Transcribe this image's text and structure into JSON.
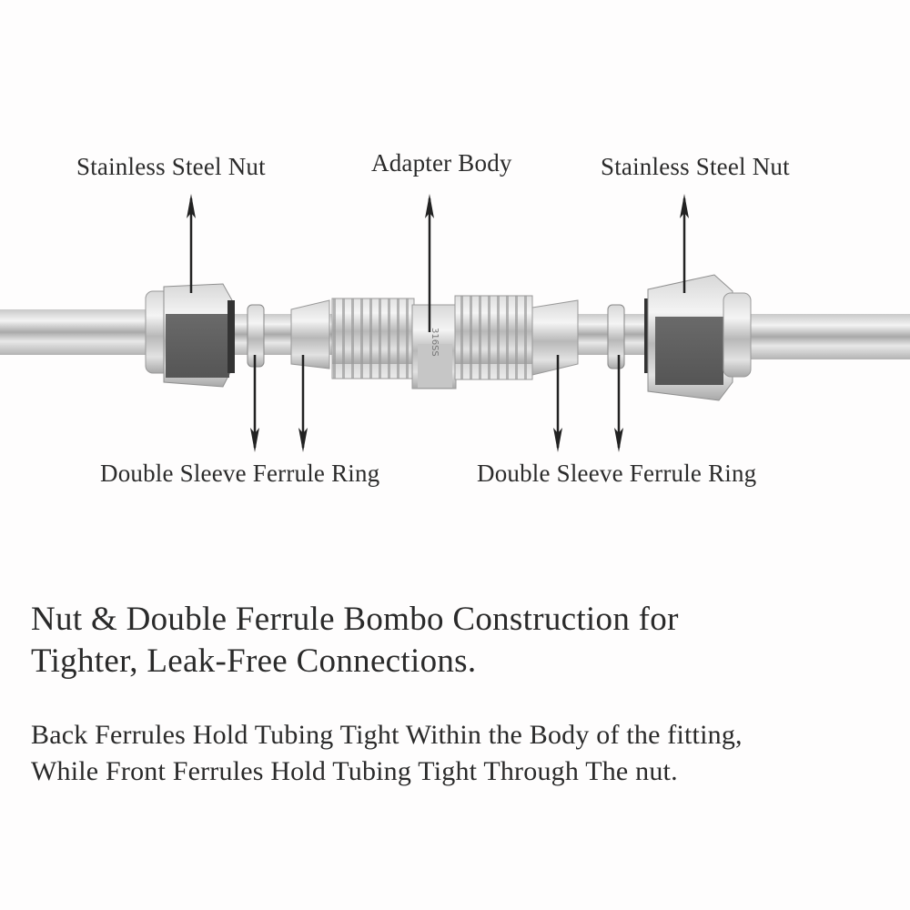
{
  "diagram": {
    "labels": {
      "left_nut": "Stainless Steel Nut",
      "adapter_body": "Adapter Body",
      "right_nut": "Stainless Steel Nut",
      "left_ferrule": "Double Sleeve Ferrule Ring",
      "right_ferrule": "Double Sleeve Ferrule Ring"
    },
    "adapter_marking": "316SS"
  },
  "text": {
    "headline_line1": "Nut & Double Ferrule Bombo Construction for",
    "headline_line2": "Tighter, Leak-Free Connections.",
    "body_line1": "Back Ferrules Hold Tubing Tight Within the Body of the fitting,",
    "body_line2": "While Front Ferrules Hold Tubing Tight Through The nut."
  },
  "colors": {
    "background": "#fefdfd",
    "text": "#2a2a2a",
    "steel_light": "#e6e6e6",
    "steel_mid": "#bdbdbd",
    "steel_dark": "#5a5a5a"
  }
}
